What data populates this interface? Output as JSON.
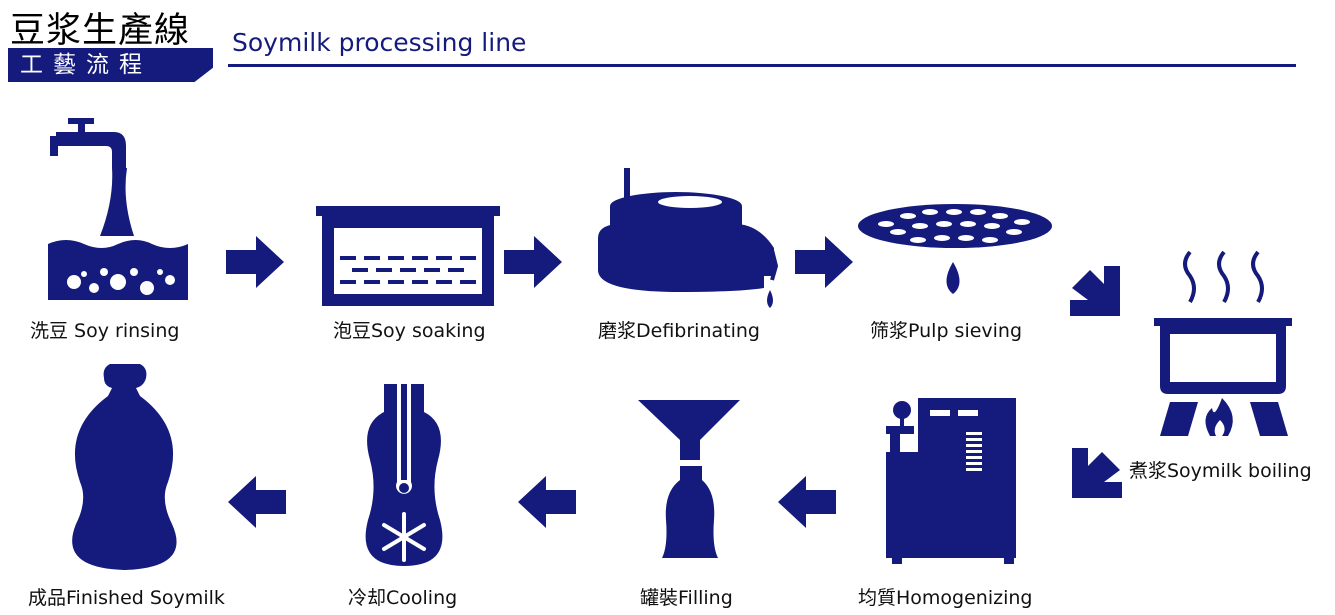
{
  "header": {
    "title_cn": "豆浆生產線",
    "subtitle_cn": "工藝流程",
    "title_en": "Soymilk processing line"
  },
  "colors": {
    "primary": "#151b7c",
    "text": "#111111",
    "background": "#ffffff"
  },
  "steps": [
    {
      "label": "洗豆  Soy rinsing",
      "icon": "faucet-tank-icon"
    },
    {
      "label": "泡豆Soy soaking",
      "icon": "soaking-tank-icon"
    },
    {
      "label": "磨浆Defibrinating",
      "icon": "grinder-icon"
    },
    {
      "label": "筛浆Pulp sieving",
      "icon": "sieve-icon"
    },
    {
      "label": "煮浆Soymilk boiling",
      "icon": "boiling-pot-icon"
    },
    {
      "label": "均質Homogenizing",
      "icon": "homogenizer-icon"
    },
    {
      "label": "罐裝Filling",
      "icon": "funnel-bottle-icon"
    },
    {
      "label": "冷却Cooling",
      "icon": "cooling-bottle-icon"
    },
    {
      "label": "成品Finished Soymilk",
      "icon": "finished-bottle-icon"
    }
  ]
}
